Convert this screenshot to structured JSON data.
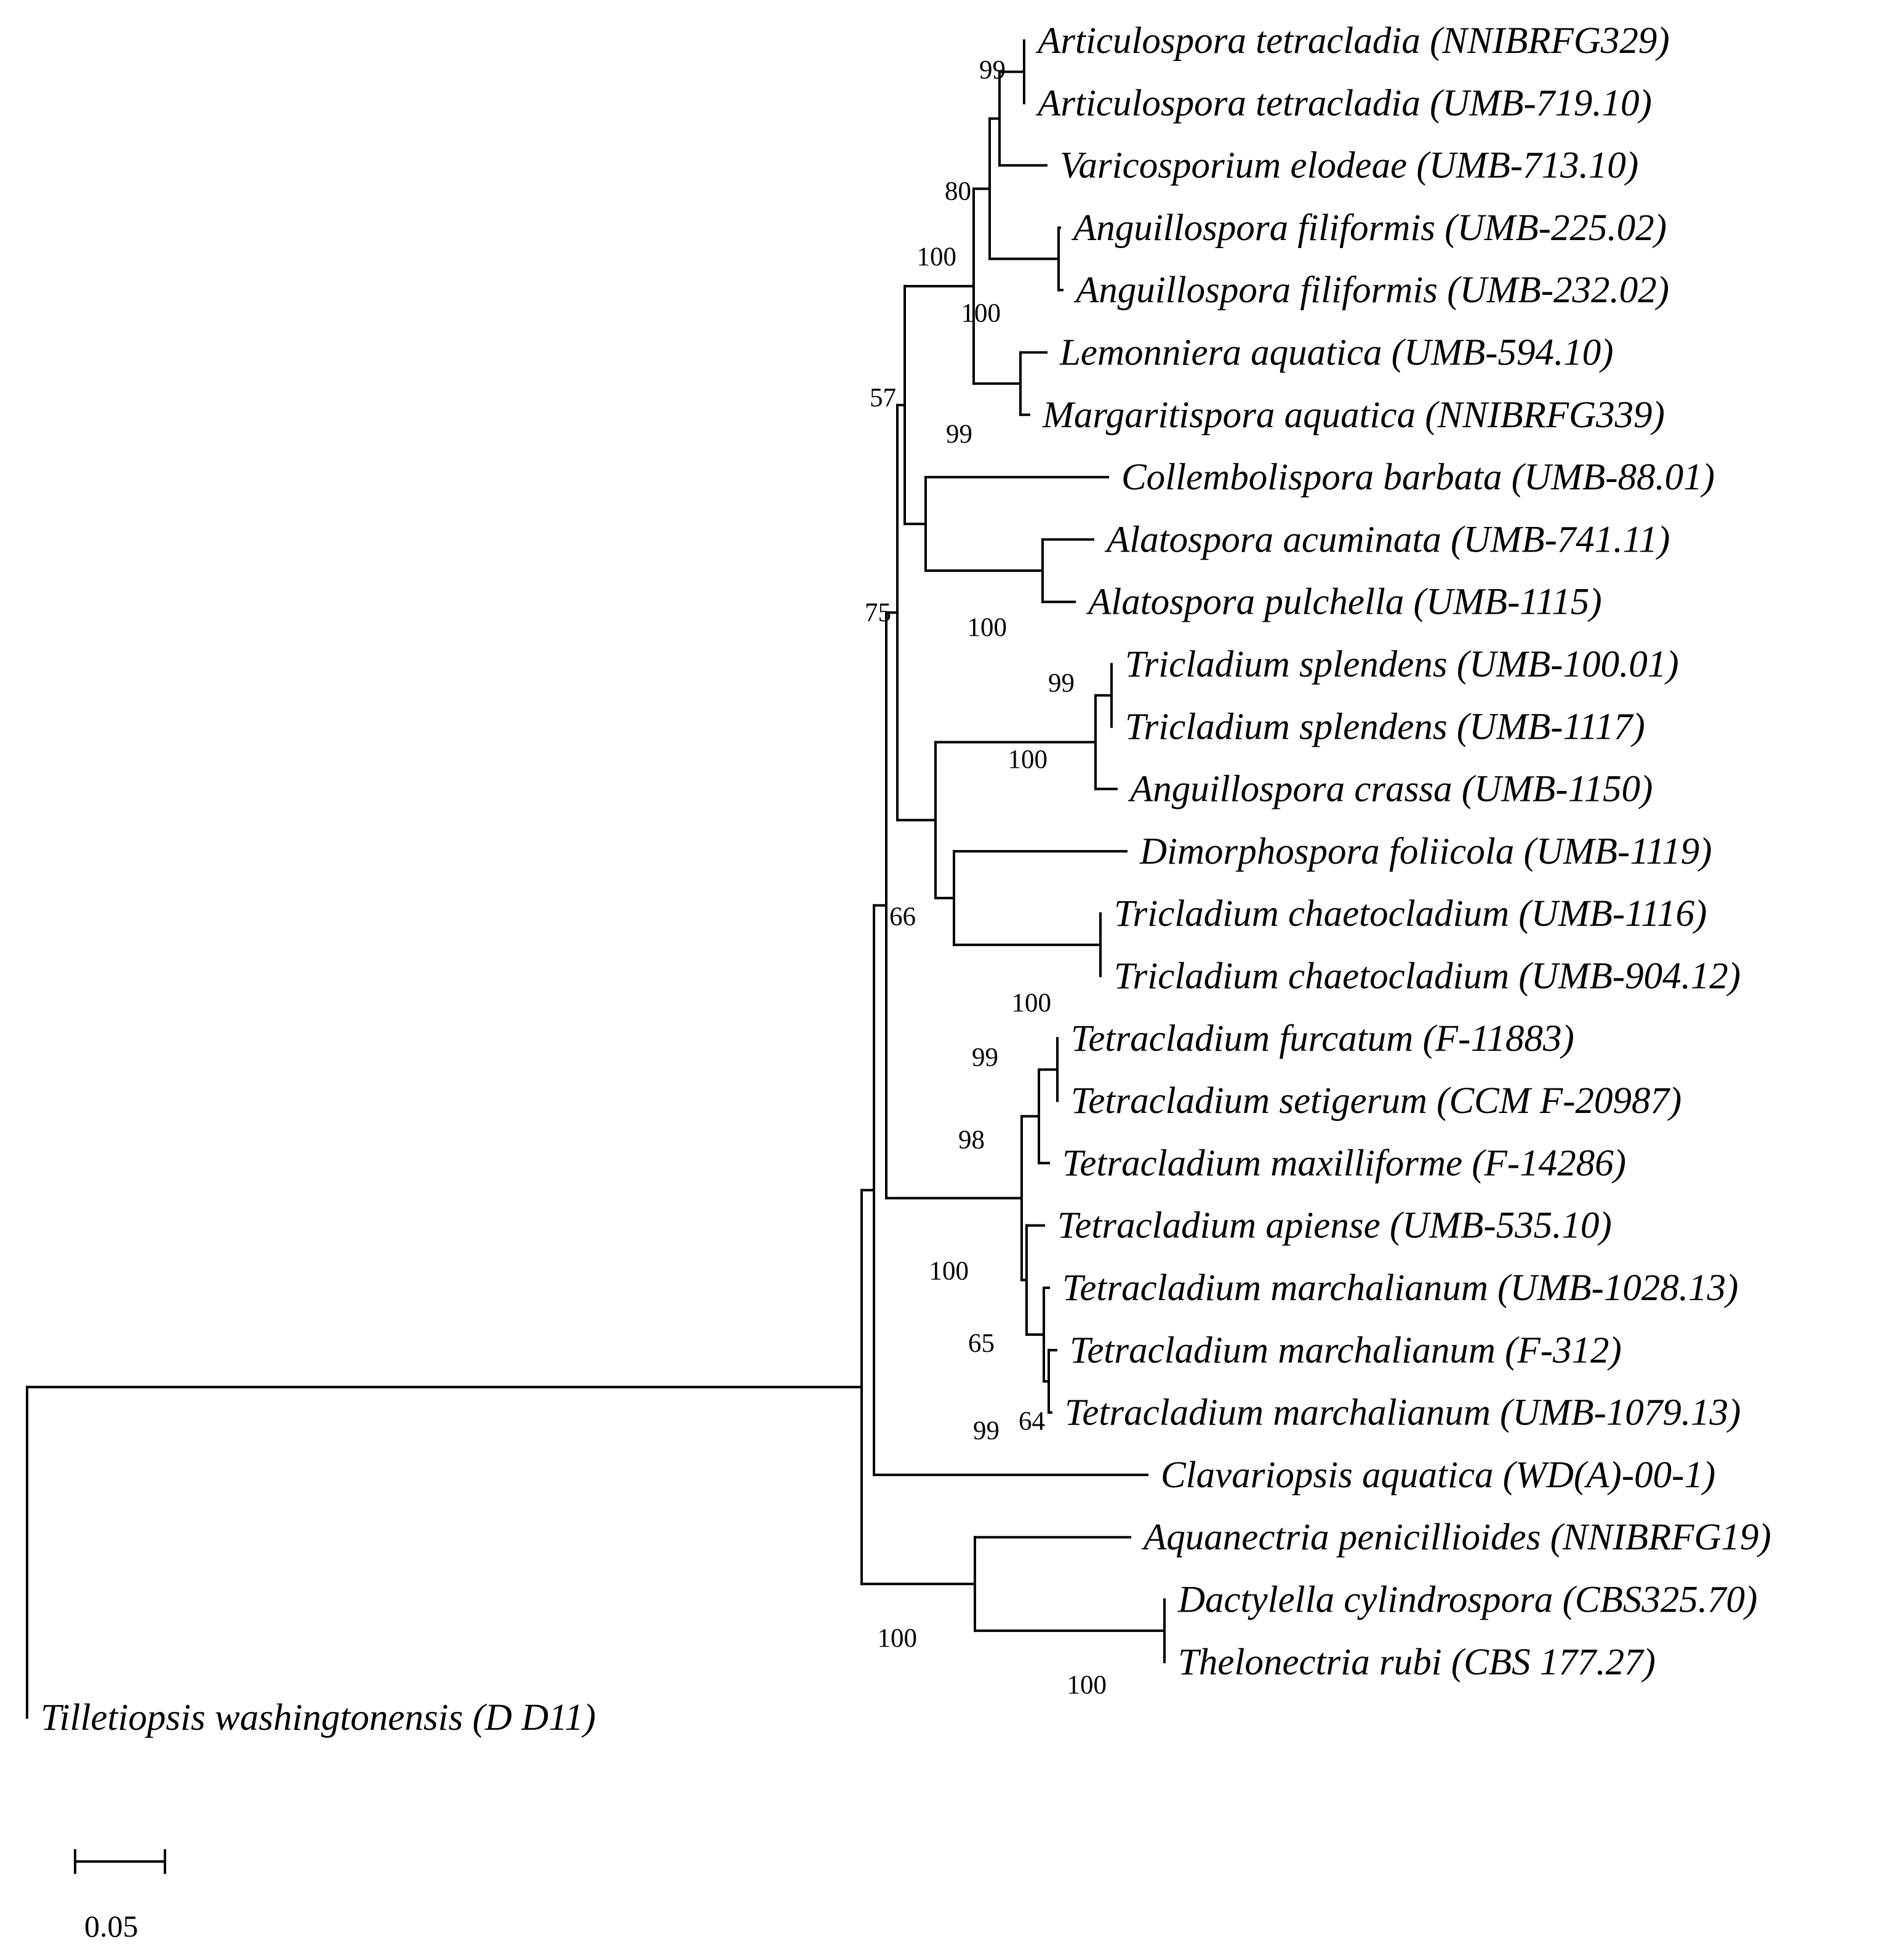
{
  "figure": {
    "scale_bar_label": "0.05",
    "scale_bar_value": 0.05
  },
  "tree": {
    "id": "root",
    "support": "",
    "children": [
      {
        "id": "outgroup",
        "taxon": "Tilletiopsis washingtonensis (D D11)",
        "branch_length": 0.0
      },
      {
        "id": "in",
        "support": "",
        "children": [
          {
            "id": "n1",
            "support": "",
            "children": [
              {
                "id": "n2",
                "support": "",
                "children": [
                  {
                    "id": "n3",
                    "support": "75",
                    "children": [
                      {
                        "id": "n4",
                        "support": "57",
                        "children": [
                          {
                            "id": "n5",
                            "support": "100",
                            "children": [
                              {
                                "id": "n6",
                                "support": "80",
                                "children": [
                                  {
                                    "id": "n7",
                                    "support": "",
                                    "children": [
                                      {
                                        "id": "n8",
                                        "support": "99",
                                        "children": [
                                          {
                                            "taxon": "Articulospora tetracladia (NNIBRFG329)"
                                          },
                                          {
                                            "taxon": "Articulospora tetracladia (UMB-719.10)"
                                          }
                                        ]
                                      },
                                      {
                                        "taxon": "Varicosporium elodeae (UMB-713.10)"
                                      }
                                    ]
                                  },
                                  {
                                    "id": "n9",
                                    "support": "100",
                                    "children": [
                                      {
                                        "taxon": "Anguillospora filiformis (UMB-225.02)"
                                      },
                                      {
                                        "taxon": "Anguillospora filiformis (UMB-232.02)"
                                      }
                                    ]
                                  }
                                ]
                              },
                              {
                                "id": "n10",
                                "support": "99",
                                "children": [
                                  {
                                    "taxon": "Lemonniera aquatica (UMB-594.10)"
                                  },
                                  {
                                    "taxon": "Margaritispora aquatica (NNIBRFG339)"
                                  }
                                ]
                              }
                            ]
                          },
                          {
                            "id": "n11",
                            "support": "",
                            "children": [
                              {
                                "taxon": "Collembolispora barbata (UMB-88.01)"
                              },
                              {
                                "id": "n12",
                                "support": "100",
                                "children": [
                                  {
                                    "taxon": "Alatospora acuminata (UMB-741.11)"
                                  },
                                  {
                                    "taxon": "Alatospora pulchella (UMB-1115)"
                                  }
                                ]
                              }
                            ]
                          }
                        ]
                      },
                      {
                        "id": "n13",
                        "support": "",
                        "children": [
                          {
                            "id": "n14",
                            "support": "100",
                            "children": [
                              {
                                "id": "n15",
                                "support": "99",
                                "children": [
                                  {
                                    "taxon": "Tricladium splendens (UMB-100.01)"
                                  },
                                  {
                                    "taxon": "Tricladium splendens (UMB-1117)"
                                  }
                                ]
                              },
                              {
                                "taxon": "Anguillospora crassa (UMB-1150)"
                              }
                            ]
                          },
                          {
                            "id": "n16",
                            "support": "66",
                            "children": [
                              {
                                "taxon": "Dimorphospora foliicola (UMB-1119)"
                              },
                              {
                                "id": "n17",
                                "support": "100",
                                "children": [
                                  {
                                    "taxon": "Tricladium chaetocladium (UMB-1116)"
                                  },
                                  {
                                    "taxon": "Tricladium chaetocladium (UMB-904.12)"
                                  }
                                ]
                              }
                            ]
                          }
                        ]
                      }
                    ]
                  },
                  {
                    "id": "n18",
                    "support": "100",
                    "children": [
                      {
                        "id": "n19",
                        "support": "98",
                        "children": [
                          {
                            "id": "n20",
                            "support": "99",
                            "children": [
                              {
                                "taxon": "Tetracladium furcatum (F-11883)"
                              },
                              {
                                "taxon": "Tetracladium setigerum (CCM F-20987)"
                              }
                            ]
                          },
                          {
                            "taxon": "Tetracladium maxilliforme (F-14286)"
                          }
                        ]
                      },
                      {
                        "id": "n21",
                        "support": "",
                        "children": [
                          {
                            "taxon": "Tetracladium apiense (UMB-535.10)"
                          },
                          {
                            "id": "n22",
                            "support": "65",
                            "children": [
                              {
                                "taxon": "Tetracladium marchalianum (UMB-1028.13)"
                              },
                              {
                                "id": "n23",
                                "support": "99",
                                "children": [
                                  {
                                    "taxon": "Tetracladium marchalianum (F-312)"
                                  },
                                  {
                                    "taxon": "Tetracladium marchalianum (UMB-1079.13)",
                                    "support_tip": "64"
                                  }
                                ]
                              }
                            ]
                          }
                        ]
                      }
                    ]
                  }
                ]
              },
              {
                "taxon": "Clavariopsis aquatica (WD(A)-00-1)"
              }
            ]
          },
          {
            "id": "n24",
            "support": "100",
            "children": [
              {
                "taxon": "Aquanectria penicillioides (NNIBRFG19)"
              },
              {
                "id": "n25",
                "support": "100",
                "children": [
                  {
                    "taxon": "Dactylella cylindrospora (CBS325.70)"
                  },
                  {
                    "taxon": "Thelonectria rubi (CBS 177.27)"
                  }
                ]
              }
            ]
          }
        ]
      }
    ]
  }
}
